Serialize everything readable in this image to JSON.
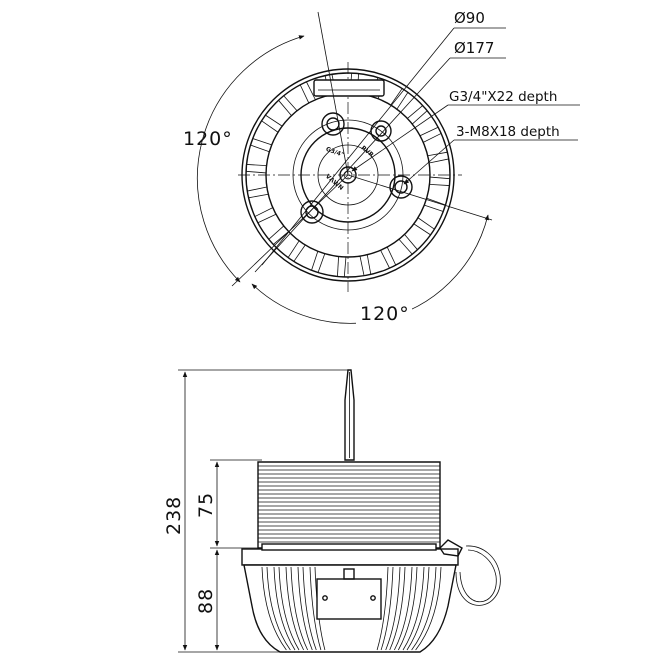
{
  "top_view": {
    "angle_left": "120°",
    "angle_bottom": "120°",
    "dia_inner": "Ø90",
    "dia_outer": "Ø177",
    "thread_hole": "G3/4\"X22 depth",
    "bolt_holes": "3-M8X18 depth",
    "marking_thread": "G3/4\"",
    "marking_inner_1": "RVR",
    "marking_inner_2": "VΛWN"
  },
  "side_view": {
    "height_total": "238",
    "height_upper": "75",
    "height_lower": "88"
  }
}
